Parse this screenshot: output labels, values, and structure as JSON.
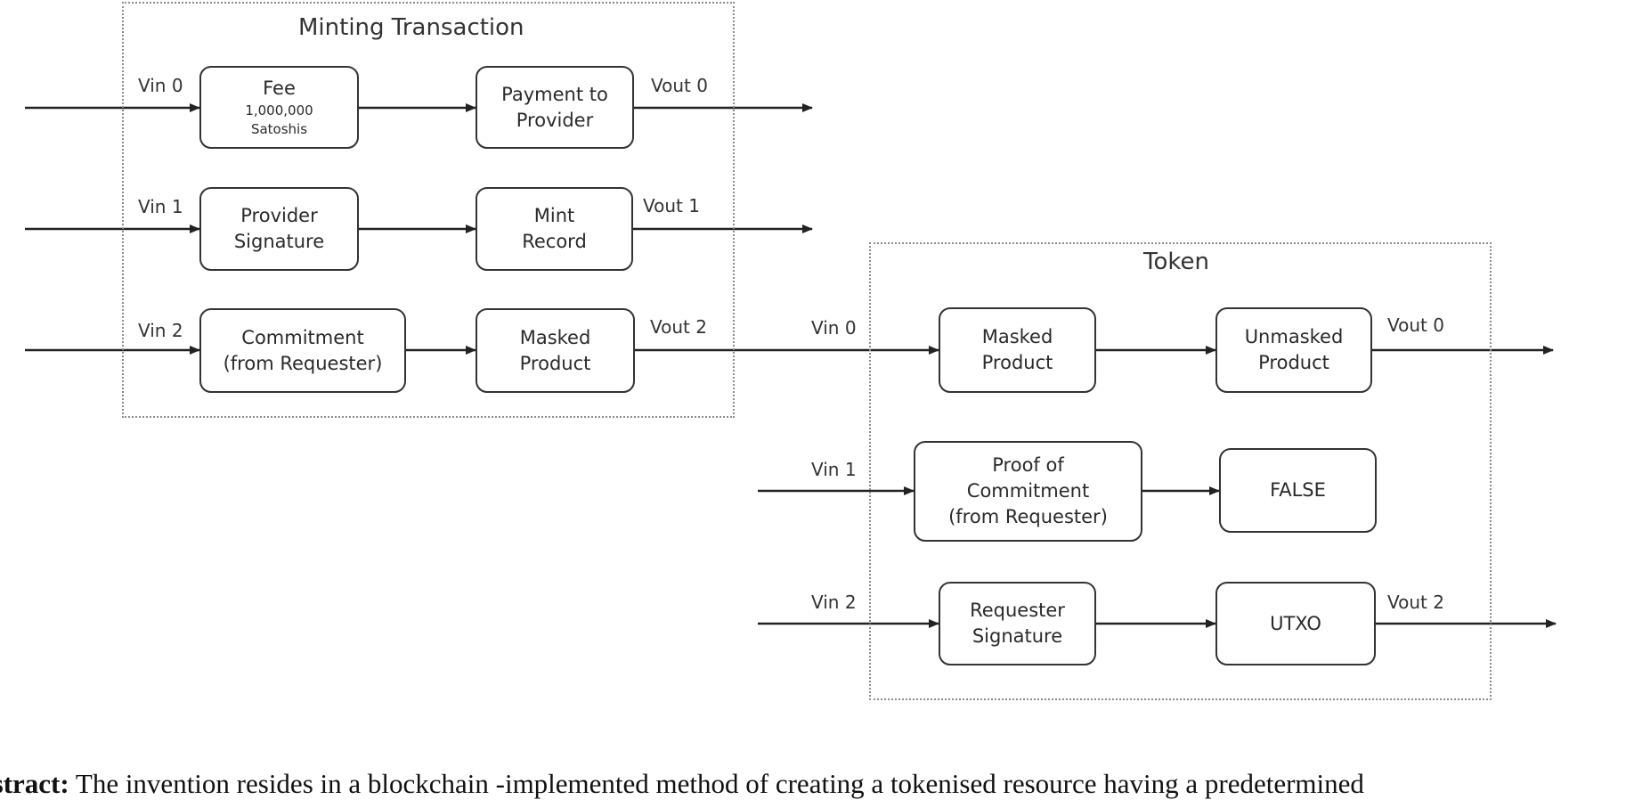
{
  "minting": {
    "title": "Minting Transaction",
    "vin0": "Vin 0",
    "vin1": "Vin 1",
    "vin2": "Vin 2",
    "vout0": "Vout 0",
    "vout1": "Vout 1",
    "vout2": "Vout 2",
    "fee": {
      "line1": "Fee",
      "line2": "1,000,000",
      "line3": "Satoshis"
    },
    "provider_signature": [
      "Provider",
      "Signature"
    ],
    "commitment": [
      "Commitment",
      "(from Requester)"
    ],
    "payment": [
      "Payment to",
      "Provider"
    ],
    "mint_record": [
      "Mint",
      "Record"
    ],
    "masked_product": [
      "Masked",
      "Product"
    ]
  },
  "token": {
    "title": "Token",
    "vin0": "Vin 0",
    "vin1": "Vin 1",
    "vin2": "Vin 2",
    "vout0": "Vout 0",
    "vout2": "Vout 2",
    "masked_product": [
      "Masked",
      "Product"
    ],
    "proof": [
      "Proof of",
      "Commitment",
      "(from Requester)"
    ],
    "requester_signature": [
      "Requester",
      "Signature"
    ],
    "unmasked_product": [
      "Unmasked",
      "Product"
    ],
    "false_label": "FALSE",
    "utxo_label": "UTXO"
  },
  "abstract": {
    "heading": "Abstract:",
    "text": " The invention resides in a blockchain -implemented method of creating a tokenised resource having a predetermined"
  }
}
